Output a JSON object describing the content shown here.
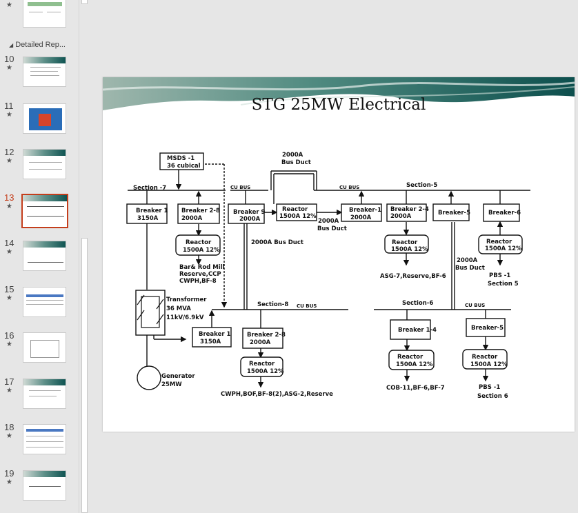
{
  "thumbnail_pane": {
    "section_header": "Detailed Rep...",
    "slides": [
      {
        "number": "10",
        "star": "★"
      },
      {
        "number": "11",
        "star": "★"
      },
      {
        "number": "12",
        "star": "★"
      },
      {
        "number": "13",
        "star": "★",
        "selected": true
      },
      {
        "number": "14",
        "star": "★"
      },
      {
        "number": "15",
        "star": "★"
      },
      {
        "number": "16",
        "star": "★"
      },
      {
        "number": "17",
        "star": "★"
      },
      {
        "number": "18",
        "star": "★"
      },
      {
        "number": "19",
        "star": "★"
      }
    ],
    "top_star": "★"
  },
  "slide": {
    "title": "STG 25MW Electrical",
    "diagram": {
      "msds": "MSDS -1",
      "msds_sub": "36 cubical",
      "busduct_top": "2000A",
      "busduct_top_sub": "Bus Duct",
      "section7": "Section -7",
      "cubus_a": "CU BUS",
      "cubus_b": "CU BUS",
      "section5": "Section-5",
      "b1_a": "Breaker 1",
      "b1_b": "3150A",
      "b28_a": "Breaker 2-8",
      "b28_b": "2000A",
      "b9_a": "Breaker 9",
      "b9_b": "2000A",
      "r_top_a": "Reactor",
      "r_top_b": "1500A 12%",
      "bd2000_a": "2000A",
      "bd2000_b": "Bus Duct",
      "br1_a": "Breaker-1",
      "br1_b": "2000A",
      "b24_a": "Breaker 2-4",
      "b24_b": "2000A",
      "b5": "Breaker-5",
      "b6": "Breaker-6",
      "rx1_a": "Reactor",
      "rx1_b": "1500A 12%",
      "load1_a": "Bar& Rod Mill",
      "load1_b": "Reserve,CCP",
      "load1_c": "CWPH,BF-8",
      "busduct_mid": "2000A Bus Duct",
      "rx2_a": "Reactor",
      "rx2_b": "1500A 12%",
      "load2": "ASG-7,Reserve,BF-6",
      "bd_right_a": "2000A",
      "bd_right_b": "Bus Duct",
      "rx3_a": "Reactor",
      "rx3_b": "1500A 12%",
      "pbs5_a": "PBS -1",
      "pbs5_b": "Section 5",
      "trans_a": "Transformer",
      "trans_b": "36 MVA",
      "trans_c": "11kV/6.9kV",
      "section8": "Section-8",
      "cubus_c": "CU BUS",
      "section6": "Section-6",
      "cubus_d": "CU BUS",
      "b1x_a": "Breaker 1",
      "b1x_b": "3150A",
      "b28x_a": "Breaker 2-8",
      "b28x_b": "2000A",
      "b14": "Breaker 1-4",
      "b5x": "Breaker-5",
      "rx4_a": "Reactor",
      "rx4_b": "1500A 12%",
      "rx5_a": "Reactor",
      "rx5_b": "1500A 12%",
      "rx6_a": "Reactor",
      "rx6_b": "1500A 12%",
      "gen_a": "Generator",
      "gen_b": "25MW",
      "load3": "CWPH,BOF,BF-8(2),ASG-2,Reserve",
      "load4": "COB-11,BF-6,BF-7",
      "pbs6_a": "PBS -1",
      "pbs6_b": "Section 6"
    }
  }
}
